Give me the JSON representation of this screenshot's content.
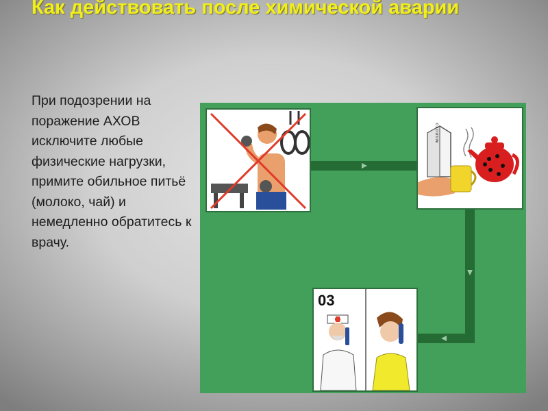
{
  "slide": {
    "title": "Как действовать после химической аварии",
    "body": "При подозрении на поражение АХОВ исключите любые физические нагрузки, примите обильное питьё (молоко, чай) и немедленно обратитесь к врачу."
  },
  "diagram": {
    "steps": [
      {
        "icon": "crossed-out-exercise-icon",
        "caption": ""
      },
      {
        "icon": "milk-and-tea-icon",
        "caption": ""
      },
      {
        "icon": "emergency-call-icon",
        "caption": "03"
      }
    ],
    "milk_carton_text": "молоко",
    "colors": {
      "panel": "#43a05a",
      "path": "#256b34",
      "cross": "#e03a2a",
      "title": "#f2ee1b",
      "teapot": "#d81e1e"
    }
  }
}
